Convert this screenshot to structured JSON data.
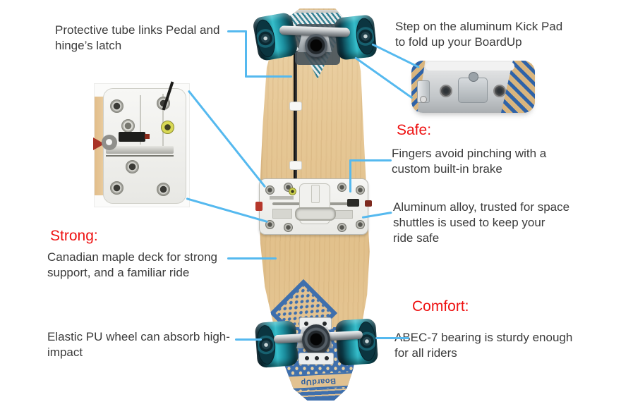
{
  "colors": {
    "callout_line": "#55b9ef",
    "heading_red": "#ee1111",
    "body_text": "#3b3b3b",
    "deck_wood": "#e6c795",
    "pattern_blue": "#3e6fad",
    "wheel_teal": "#17808f"
  },
  "board": {
    "brand": "BoardUp"
  },
  "callouts": {
    "protective_tube": {
      "text": "Protective tube links Pedal and\nhinge’s latch"
    },
    "kick_pad": {
      "text": "Step on the aluminum Kick Pad\nto fold up your BoardUp"
    },
    "safe": {
      "heading": "Safe:",
      "brake": "Fingers avoid pinching with a\ncustom built-in brake",
      "alloy": "Aluminum alloy, trusted for space\nshuttles is used to keep your\nride safe"
    },
    "strong": {
      "heading": "Strong:",
      "deck": "Canadian maple deck for strong\nsupport, and a familiar ride"
    },
    "comfort": {
      "heading": "Comfort:",
      "bearing": "ABEC-7 bearing is sturdy enough\nfor all riders"
    },
    "wheel": {
      "text": "Elastic PU wheel can absorb high-\nimpact"
    }
  }
}
